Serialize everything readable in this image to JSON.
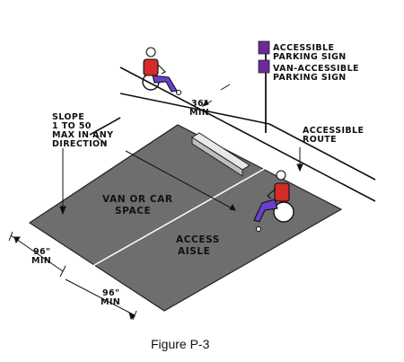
{
  "figure": {
    "caption": "Figure P-3",
    "labels": {
      "accessible_parking_sign": [
        "ACCESSIBLE",
        "PARKING SIGN"
      ],
      "van_accessible_parking_sign": [
        "VAN-ACCESSIBLE",
        "PARKING SIGN"
      ],
      "accessible_route": [
        "ACCESSIBLE",
        "ROUTE"
      ],
      "slope": [
        "SLOPE",
        "1 TO 50",
        "MAX IN ANY",
        "DIRECTION"
      ],
      "curb_dimension": [
        "36\"",
        "MIN"
      ],
      "van_or_car_space": [
        "VAN OR CAR",
        "SPACE"
      ],
      "access_aisle": [
        "ACCESS",
        "AISLE"
      ],
      "space_width": [
        "96\"",
        "MIN"
      ],
      "aisle_width": [
        "96\"",
        "MIN"
      ]
    },
    "colors": {
      "pavement": "#6e6e6e",
      "sign": "#6a2a9a",
      "shirt": "#d42a2a",
      "pants": "#6a3fcf",
      "line": "#111111"
    }
  }
}
